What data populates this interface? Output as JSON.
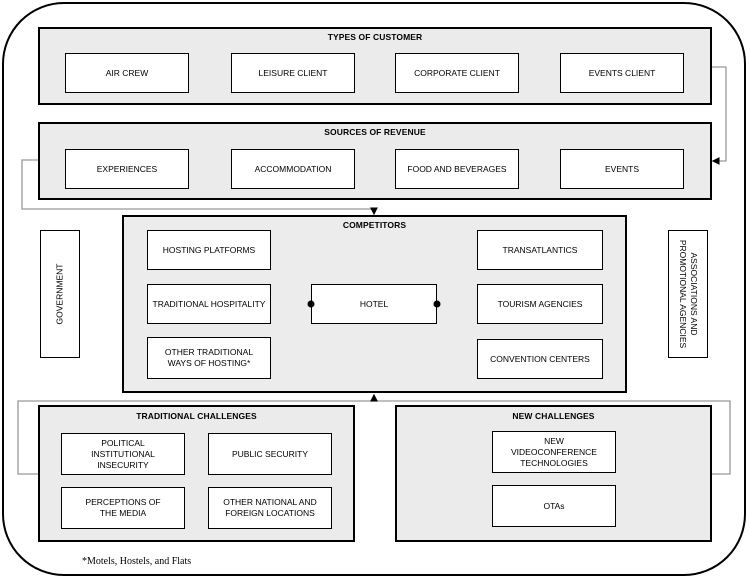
{
  "types_of_customer": {
    "title": "TYPES OF CUSTOMER",
    "items": [
      "AIR CREW",
      "LEISURE CLIENT",
      "CORPORATE CLIENT",
      "EVENTS CLIENT"
    ]
  },
  "sources_of_revenue": {
    "title": "SOURCES OF REVENUE",
    "items": [
      "EXPERIENCES",
      "ACCOMMODATION",
      "FOOD AND BEVERAGES",
      "EVENTS"
    ]
  },
  "competitors": {
    "title": "COMPETITORS",
    "left": [
      "HOSTING PLATFORMS",
      "TRADITIONAL HOSPITALITY",
      "OTHER TRADITIONAL WAYS OF HOSTING*"
    ],
    "center": "HOTEL",
    "right": [
      "TRANSATLANTICS",
      "TOURISM AGENCIES",
      "CONVENTION CENTERS"
    ]
  },
  "government": "GOVERNMENT",
  "associations": "ASSOCIATIONS AND PROMOTIONAL AGENCIES",
  "traditional_challenges": {
    "title": "TRADITIONAL CHALLENGES",
    "items": [
      "POLITICAL INSTITUTIONAL INSECURITY",
      "PUBLIC SECURITY",
      "PERCEPTIONS OF THE MEDIA",
      "OTHER NATIONAL AND FOREIGN LOCATIONS"
    ]
  },
  "new_challenges": {
    "title": "NEW CHALLENGES",
    "items": [
      "NEW VIDEOCONFERENCE TECHNOLOGIES",
      "OTAs"
    ]
  },
  "footnote": "*Motels, Hostels, and Flats"
}
